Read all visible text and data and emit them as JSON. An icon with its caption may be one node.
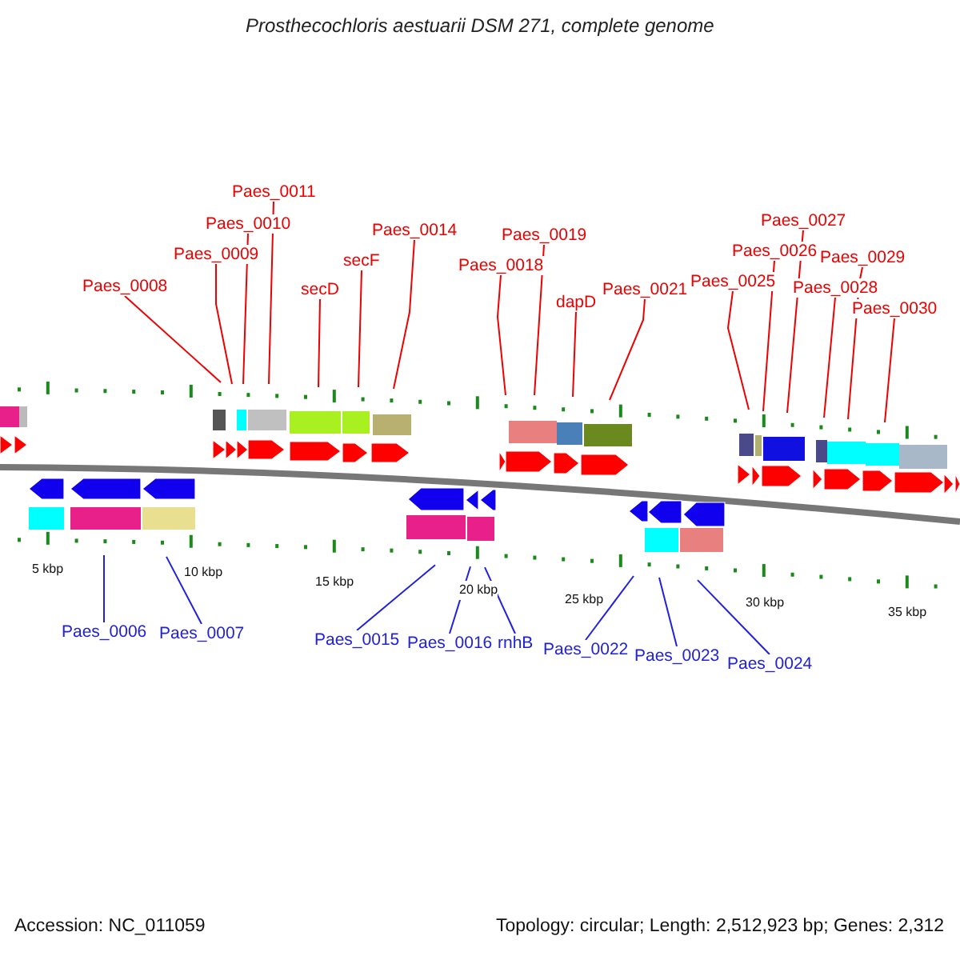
{
  "diagram": {
    "title": "Prosthecochloris aestuarii DSM 271, complete genome",
    "nodes": [
      {
        "text": [
          "Paes_0008"
        ]
      },
      {
        "text": [
          "Paes_0009"
        ]
      },
      {
        "text": [
          "Paes_0010"
        ]
      },
      {
        "text": [
          "Paes_0011"
        ]
      },
      {
        "text": [
          "secD"
        ]
      },
      {
        "text": [
          "secF"
        ]
      },
      {
        "text": [
          "Paes_0014"
        ]
      },
      {
        "text": [
          "Paes_0018"
        ]
      },
      {
        "text": [
          "Paes_0019"
        ]
      },
      {
        "text": [
          "dapD"
        ]
      },
      {
        "text": [
          "Paes_0021"
        ]
      },
      {
        "text": [
          "Paes_0025"
        ]
      },
      {
        "text": [
          "Paes_0026"
        ]
      },
      {
        "text": [
          "Paes_0027"
        ]
      },
      {
        "text": [
          "Paes_0028"
        ]
      },
      {
        "text": [
          "Paes_0029"
        ]
      },
      {
        "text": [
          "Paes_0030"
        ]
      },
      {
        "text": [
          "Paes_0006"
        ]
      },
      {
        "text": [
          "Paes_0007"
        ]
      },
      {
        "text": [
          "Paes_0015"
        ]
      },
      {
        "text": [
          "Paes_0016"
        ]
      },
      {
        "text": [
          "rnhB"
        ]
      },
      {
        "text": [
          "Paes_0022"
        ]
      },
      {
        "text": [
          "Paes_0023"
        ]
      },
      {
        "text": [
          "Paes_0024"
        ]
      }
    ],
    "edges": [
      {
        "from": 0,
        "to": null,
        "arrow": "none"
      },
      {
        "from": 1,
        "to": null,
        "arrow": "none"
      },
      {
        "from": 2,
        "to": null,
        "arrow": "none"
      },
      {
        "from": 3,
        "to": null,
        "arrow": "none"
      },
      {
        "from": 4,
        "to": null,
        "arrow": "none"
      },
      {
        "from": 5,
        "to": null,
        "arrow": "none"
      },
      {
        "from": 6,
        "to": null,
        "arrow": "none"
      },
      {
        "from": 7,
        "to": null,
        "arrow": "none"
      },
      {
        "from": 8,
        "to": null,
        "arrow": "none"
      },
      {
        "from": 9,
        "to": null,
        "arrow": "none"
      },
      {
        "from": 10,
        "to": null,
        "arrow": "none"
      },
      {
        "from": 11,
        "to": null,
        "arrow": "none"
      },
      {
        "from": 12,
        "to": null,
        "arrow": "none"
      },
      {
        "from": 13,
        "to": null,
        "arrow": "none"
      },
      {
        "from": 14,
        "to": null,
        "arrow": "none"
      },
      {
        "from": 15,
        "to": null,
        "arrow": "none"
      },
      {
        "from": 16,
        "to": null,
        "arrow": "none"
      },
      {
        "from": 17,
        "to": null,
        "arrow": "none",
        "color": "#2020e0"
      },
      {
        "from": 18,
        "to": null,
        "arrow": "none",
        "color": "#2020e0"
      },
      {
        "from": 19,
        "to": null,
        "arrow": "none",
        "color": "#2020e0"
      },
      {
        "from": 20,
        "to": null,
        "arrow": "none",
        "color": "#2020e0"
      },
      {
        "from": 21,
        "to": null,
        "arrow": "none",
        "color": "#2020e0"
      },
      {
        "from": 22,
        "to": null,
        "arrow": "none",
        "color": "#2020e0"
      },
      {
        "from": 23,
        "to": null,
        "arrow": "none",
        "color": "#2020e0"
      },
      {
        "from": 24,
        "to": null,
        "arrow": "none",
        "color": "#2020e0"
      }
    ],
    "labels": [
      "5 kbp",
      "10 kbp",
      "15 kbp",
      "20 kbp",
      "25 kbp",
      "30 kbp",
      "35 kbp",
      "Accession: NC_011059",
      "Topology: circular; Length: 2,512,923 bp; Genes: 2,312"
    ]
  }
}
